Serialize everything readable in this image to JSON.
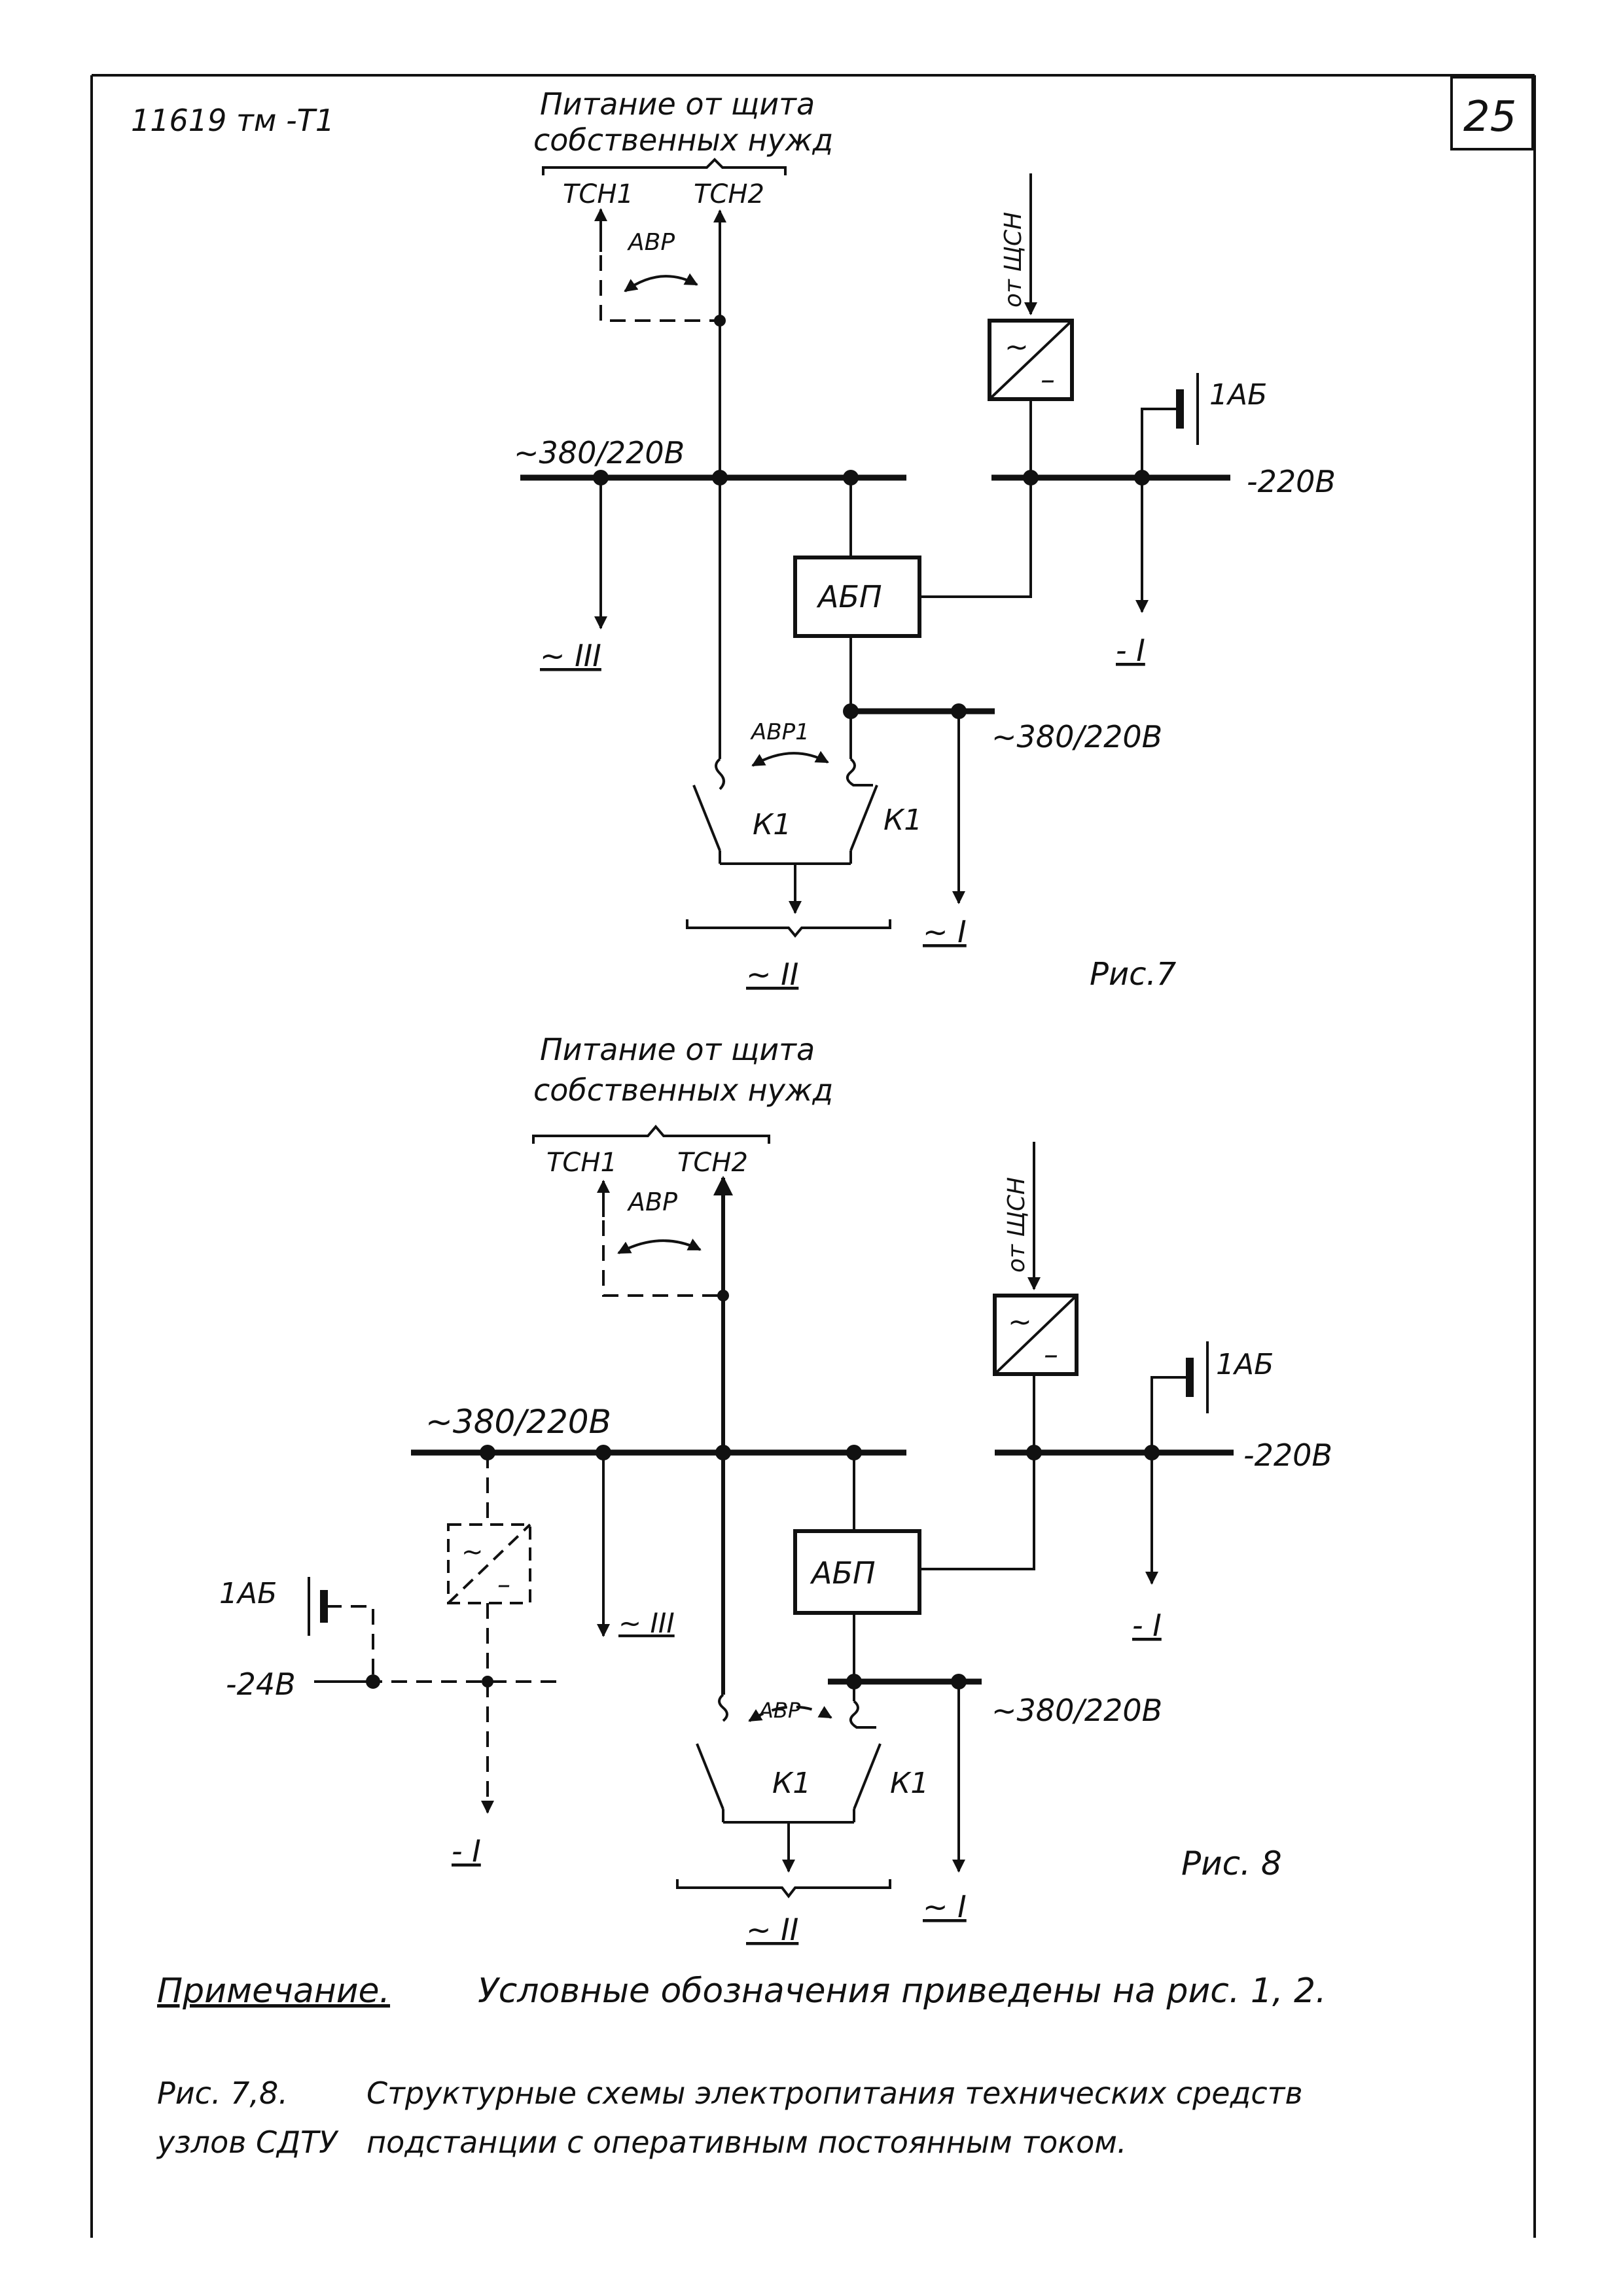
{
  "header": {
    "doc_code": "11619 тм -Т1",
    "page_number": "25"
  },
  "fig7": {
    "supply_title_line1": "Питание от щита",
    "supply_title_line2": "собственных нужд",
    "tsn1": "ТСН1",
    "tsn2": "ТСН2",
    "avr": "АВР",
    "from_shchsn": "от ЩСН",
    "battery": "1АБ",
    "ac_bus": "~380/220В",
    "dc_bus": "-220В",
    "abp": "АБП",
    "out_ac_iii": "~ III",
    "out_dc_i": "- I",
    "abp_bus": "~380/220В",
    "avr1": "АВР1",
    "k1_left": "К1",
    "k1_right": "К1",
    "out_ac_i": "~ I",
    "out_ac_ii": "~ II",
    "caption": "Рис.7"
  },
  "fig8": {
    "supply_title_line1": "Питание от щита",
    "supply_title_line2": "собственных нужд",
    "tsn1": "ТСН1",
    "tsn2": "ТСН2",
    "avr": "АВР",
    "from_shchsn": "от ЩСН",
    "battery": "1АБ",
    "ac_bus": "~380/220В",
    "dc_bus": "-220В",
    "abp": "АБП",
    "battery_left": "1АБ",
    "dc24_bus": "-24В",
    "out_dc24_i": "- I",
    "out_ac_iii": "~ III",
    "out_dc_i": "- I",
    "abp_bus": "~380/220В",
    "k1_left": "К1",
    "k1_right": "К1",
    "out_ac_i": "~ I",
    "out_ac_ii": "~ II",
    "caption": "Рис. 8"
  },
  "note": {
    "label": "Примечание.",
    "text": "Условные обозначения приведены на рис. 1, 2."
  },
  "figure_caption": {
    "label": "Рис. 7,8.",
    "line1": "Структурные схемы электропитания технических средств",
    "line2_left": "узлов СДТУ",
    "line2_right": "подстанции с оперативным постоянным током."
  }
}
